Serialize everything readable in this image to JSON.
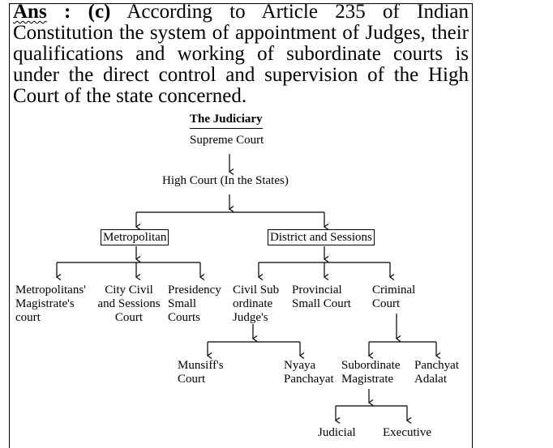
{
  "answer": {
    "label": "Ans",
    "separator": ":",
    "option": "(c)",
    "text": "According to Article 235 of Indian Constitution the system of appointment of Judges, their qualifications and working of subordinate courts is under the direct control and supervision of the High Court of the state concerned."
  },
  "diagram": {
    "title": "The Judiciary",
    "supreme": "Supreme Court",
    "high": "High Court (In the States)",
    "metropolitan": "Metropolitan",
    "district": "District and Sessions",
    "metro_children": {
      "magistrate": "Metropolitans'\nMagistrate's\ncourt",
      "city_civil": "City Civil\nand Sessions\nCourt",
      "presidency": "Presidency\nSmall\nCourts"
    },
    "district_children": {
      "civil_sub": "Civil Sub\nordinate\nJudge's",
      "provincial": "Provincial\nSmall Court",
      "criminal": "Criminal\nCourt"
    },
    "civil_children": {
      "munsiff": "Munsiff's\nCourt",
      "nyaya": "Nyaya\nPanchayat"
    },
    "criminal_children": {
      "subordinate": "Subordinate\nMagistrate",
      "panchyat": "Panchyat\nAdalat"
    },
    "subordinate_children": {
      "judicial": "Judicial",
      "executive": "Executive"
    }
  }
}
